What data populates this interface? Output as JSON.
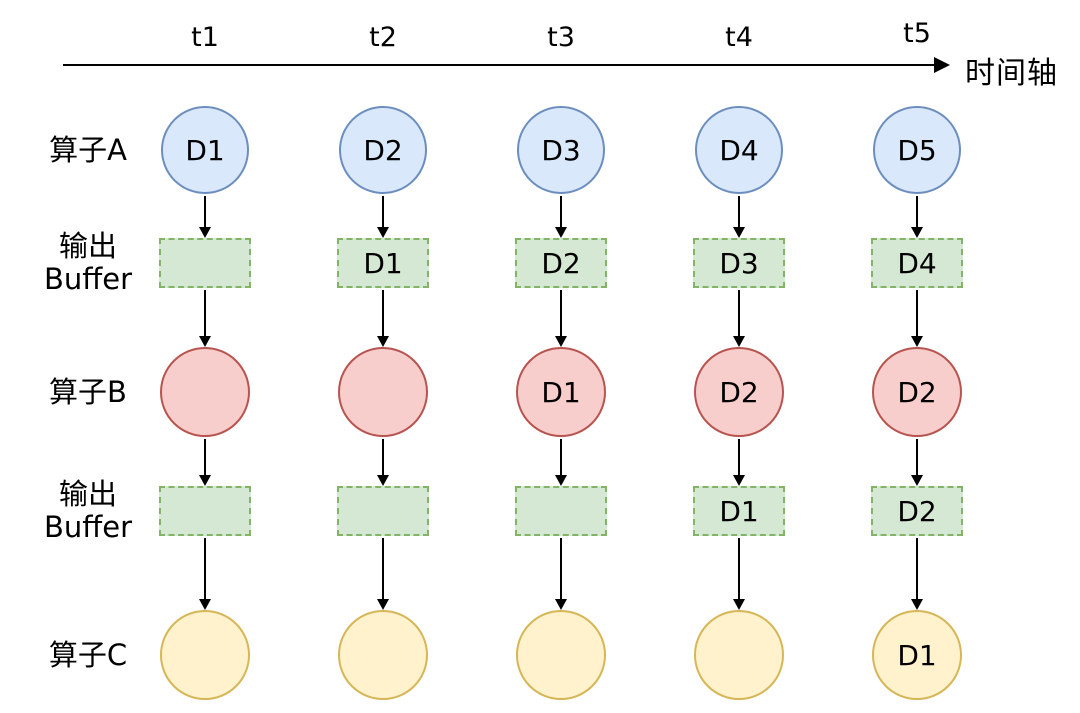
{
  "diagram": {
    "timeline": {
      "ticks": [
        "t1",
        "t2",
        "t3",
        "t4",
        "t5"
      ],
      "axis_label": "时间轴"
    },
    "row_labels": {
      "op_a": "算子A",
      "buffer1_line1": "输出",
      "buffer1_line2": "Buffer",
      "op_b": "算子B",
      "buffer2_line1": "输出",
      "buffer2_line2": "Buffer",
      "op_c": "算子C"
    },
    "rows": [
      {
        "name": "op-a",
        "shape": "circle",
        "cells": [
          "D1",
          "D2",
          "D3",
          "D4",
          "D5"
        ]
      },
      {
        "name": "buffer-1",
        "shape": "dashed-rect",
        "cells": [
          "",
          "D1",
          "D2",
          "D3",
          "D4"
        ]
      },
      {
        "name": "op-b",
        "shape": "circle",
        "cells": [
          "",
          "",
          "D1",
          "D2",
          "D2"
        ]
      },
      {
        "name": "buffer-2",
        "shape": "dashed-rect",
        "cells": [
          "",
          "",
          "",
          "D1",
          "D2"
        ]
      },
      {
        "name": "op-c",
        "shape": "circle",
        "cells": [
          "",
          "",
          "",
          "",
          "D1"
        ]
      }
    ],
    "colors": {
      "op_a_fill": "#dae8fc",
      "op_a_stroke": "#6c8ebf",
      "op_b_fill": "#f8cecc",
      "op_b_stroke": "#b85450",
      "op_c_fill": "#fff2cc",
      "op_c_stroke": "#d6b656",
      "buffer_fill": "#d5e8d4",
      "buffer_stroke": "#82b366",
      "line": "#000000"
    }
  }
}
